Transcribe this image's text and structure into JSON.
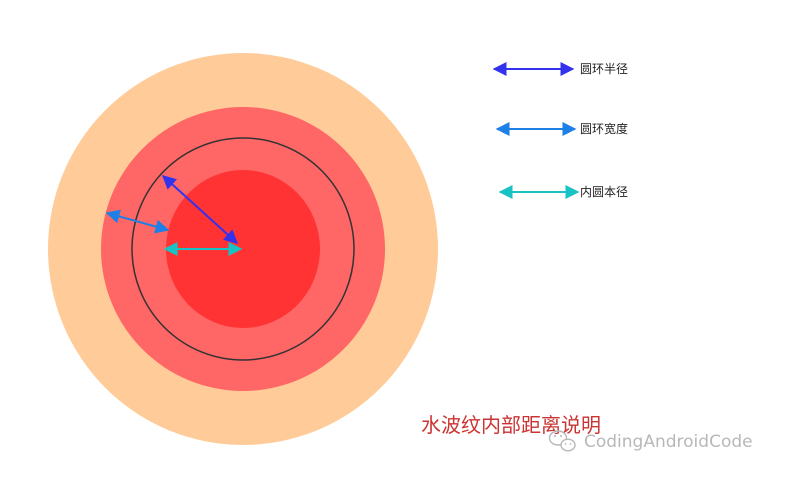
{
  "colors": {
    "outer_ring": "#FFCC99",
    "middle_ring": "#FF6666",
    "inner_circle": "#FF3333",
    "boundary_stroke": "#333333",
    "ring_radius_arrow": "#3333EE",
    "ring_width_arrow": "#1E7FE6",
    "inner_radius_arrow": "#19C3C3",
    "caption": "#CC3333",
    "watermark": "#B8B8B8"
  },
  "legend": [
    {
      "label": "圆环半径",
      "color_key": "ring_radius_arrow"
    },
    {
      "label": "圆环宽度",
      "color_key": "ring_width_arrow"
    },
    {
      "label": "内圆本径",
      "color_key": "inner_radius_arrow"
    }
  ],
  "caption": "水波纹内部距离说明",
  "watermark": {
    "text": "CodingAndroidCode",
    "icon": "wechat-icon"
  }
}
